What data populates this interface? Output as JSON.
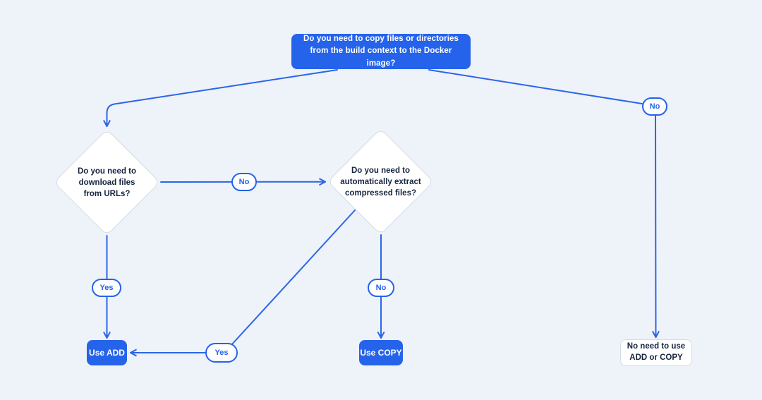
{
  "page": {
    "background": "#eef2f9"
  },
  "colors": {
    "accent_blue": "#2563eb",
    "line_blue": "#2b66e8",
    "node_border": "#d6dce5",
    "dark_text": "#16243d",
    "node_fill": "#ffffff"
  },
  "nodes": {
    "root": {
      "label": "Do you need to copy files or directories from the build context to the Docker image?"
    },
    "download": {
      "label": "Do you need to download files from URLs?"
    },
    "extract": {
      "label": "Do you need to automatically extract compressed files?"
    },
    "use_add": {
      "label": "Use ADD"
    },
    "use_copy": {
      "label": "Use COPY"
    },
    "no_need": {
      "label": "No need to use ADD or COPY"
    }
  },
  "edge_labels": {
    "root_no": "No",
    "download_no": "No",
    "download_yes": "Yes",
    "extract_no": "No",
    "extract_yes": "Yes"
  }
}
